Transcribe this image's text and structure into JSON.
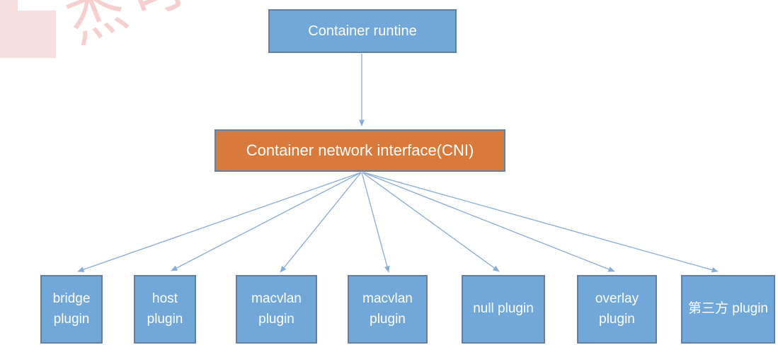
{
  "watermark": {
    "signature": "杰可"
  },
  "colors": {
    "node_blue": "#72a7d9",
    "node_blue_border": "#64809e",
    "node_orange": "#d97a3d",
    "node_orange_border": "#5d82a8",
    "arrow": "#85acdb",
    "watermark_pink": "#f8dfdf",
    "signature_pink": "#f0a8a8",
    "text": "#ffffff"
  },
  "nodes": {
    "root": {
      "label": "Container runtine"
    },
    "cni": {
      "label": "Container network interface(CNI)"
    },
    "plugins": [
      {
        "label": "bridge plugin"
      },
      {
        "label": "host plugin"
      },
      {
        "label": "macvlan plugin"
      },
      {
        "label": "macvlan plugin"
      },
      {
        "label": "null plugin"
      },
      {
        "label": "overlay plugin"
      },
      {
        "label": "第三方 plugin"
      }
    ]
  }
}
